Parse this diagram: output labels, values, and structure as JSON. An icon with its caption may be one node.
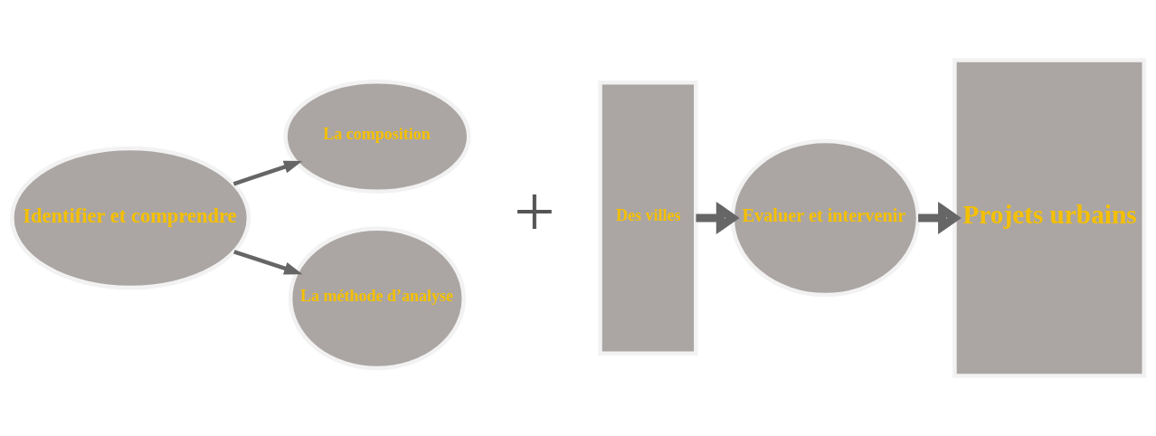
{
  "diagram": {
    "nodes": [
      {
        "text": [
          "Identifier et comprendre"
        ]
      },
      {
        "text": [
          "La composition"
        ]
      },
      {
        "text": [
          "La méthode d’analyse"
        ]
      },
      {
        "text": [
          "Des villes"
        ]
      },
      {
        "text": [
          "Evaluer et intervenir"
        ]
      },
      {
        "text": [
          "Projets urbains"
        ]
      }
    ],
    "edges": [
      {
        "from": 0,
        "to": 1,
        "arrow": "to"
      },
      {
        "from": 0,
        "to": 2,
        "arrow": "to"
      },
      {
        "from": 3,
        "to": 4,
        "arrow": "to",
        "style": "thick"
      },
      {
        "from": 4,
        "to": 5,
        "arrow": "to",
        "style": "thick"
      }
    ],
    "labels": [
      "+"
    ]
  }
}
